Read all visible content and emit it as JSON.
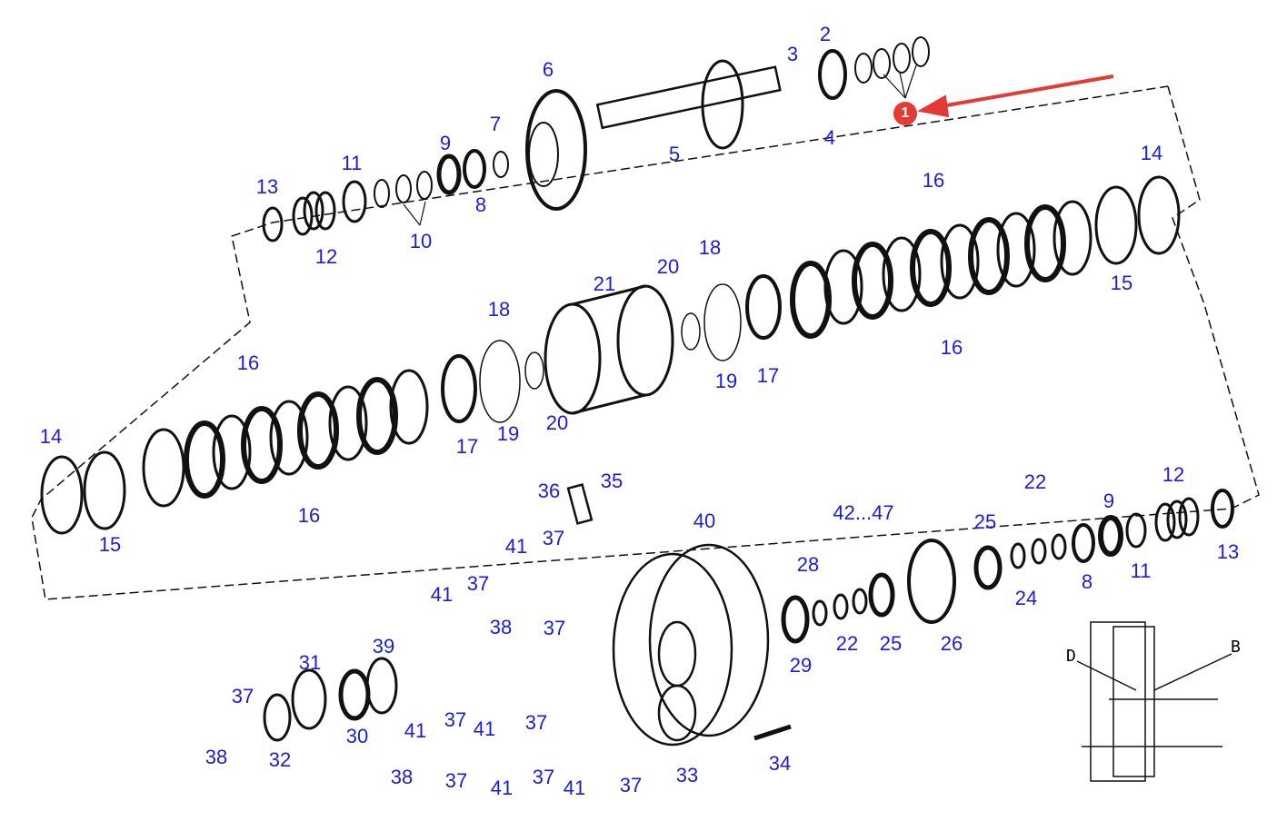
{
  "diagram": {
    "callout_marker": "1",
    "arrow_color": "#e53935",
    "label_color": "#1c1cd6",
    "part_labels": [
      "2",
      "3",
      "4",
      "6",
      "7",
      "5",
      "9",
      "8",
      "11",
      "13",
      "12",
      "10",
      "14",
      "16",
      "15",
      "16",
      "18",
      "20",
      "21",
      "19",
      "17",
      "18",
      "16",
      "17",
      "19",
      "20",
      "14",
      "15",
      "16",
      "36",
      "35",
      "40",
      "41",
      "37",
      "41",
      "37",
      "38",
      "37",
      "39",
      "31",
      "37",
      "38",
      "32",
      "30",
      "41",
      "37",
      "41",
      "37",
      "38",
      "37",
      "41",
      "37",
      "41",
      "37",
      "33",
      "34",
      "42...47",
      "28",
      "29",
      "22",
      "25",
      "26",
      "25",
      "22",
      "24",
      "8",
      "9",
      "11",
      "12",
      "13"
    ],
    "inset_labels": {
      "left": "D",
      "right": "B"
    }
  }
}
